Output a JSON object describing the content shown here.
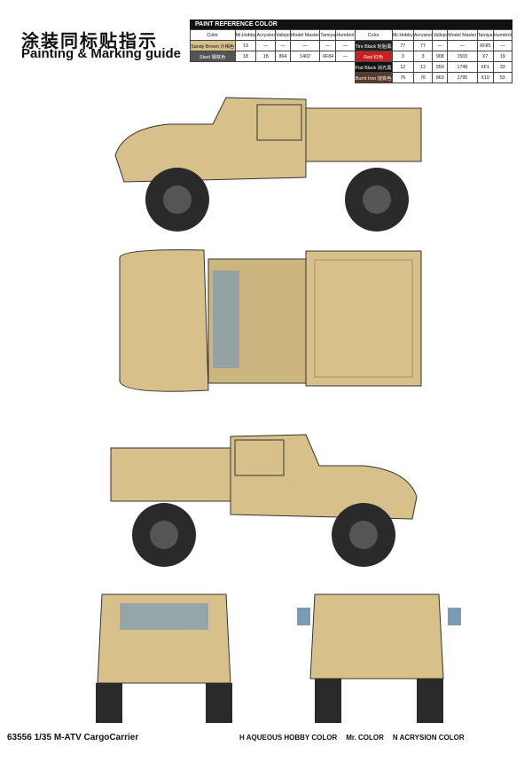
{
  "title_zh": "涂装同标贴指示",
  "title_en": "Painting & Marking guide",
  "table_header": "PAINT REFERENCE COLOR",
  "columns": [
    "Color",
    "Mr.Hobby",
    "Acrysion",
    "Vallejo",
    "Model Master",
    "Tamiya",
    "Humbrol"
  ],
  "left_rows": [
    {
      "color": "Sandy Brown 沙褐色",
      "mrhobby": "19",
      "acrysion": "—",
      "vallejo": "—",
      "mm": "—",
      "tamiya": "—",
      "humbrol": "—"
    },
    {
      "color": "Steel 钢铁色",
      "mrhobby": "18",
      "acrysion": "18",
      "vallejo": "864",
      "mm": "1402",
      "tamiya": "XF84",
      "humbrol": "—"
    }
  ],
  "right_rows": [
    {
      "color": "Tire Black 轮胎黑",
      "mrhobby": "77",
      "acrysion": "77",
      "vallejo": "—",
      "mm": "—",
      "tamiya": "XF85",
      "humbrol": "—"
    },
    {
      "color": "Red 红色",
      "mrhobby": "3",
      "acrysion": "3",
      "vallejo": "908",
      "mm": "1503",
      "tamiya": "X7",
      "humbrol": "19"
    },
    {
      "color": "Flat Black 消光黑",
      "mrhobby": "12",
      "acrysion": "12",
      "vallejo": "950",
      "mm": "1749",
      "tamiya": "XF1",
      "humbrol": "33"
    },
    {
      "color": "Burnt Iron 烧铁色",
      "mrhobby": "76",
      "acrysion": "76",
      "vallejo": "863",
      "mm": "1795",
      "tamiya": "X10",
      "humbrol": "53"
    }
  ],
  "footer": {
    "code": "63556 1/35  M-ATV CargoCarrier",
    "legend_h": "H  AQUEOUS HOBBY COLOR",
    "legend_mr": "Mr. COLOR",
    "legend_n": "N  ACRYSION COLOR"
  },
  "colors": {
    "sand": "#d8c08a",
    "sand_dark": "#b89e66",
    "tire": "#2a2a2a",
    "glass": "#7a9bb5"
  }
}
